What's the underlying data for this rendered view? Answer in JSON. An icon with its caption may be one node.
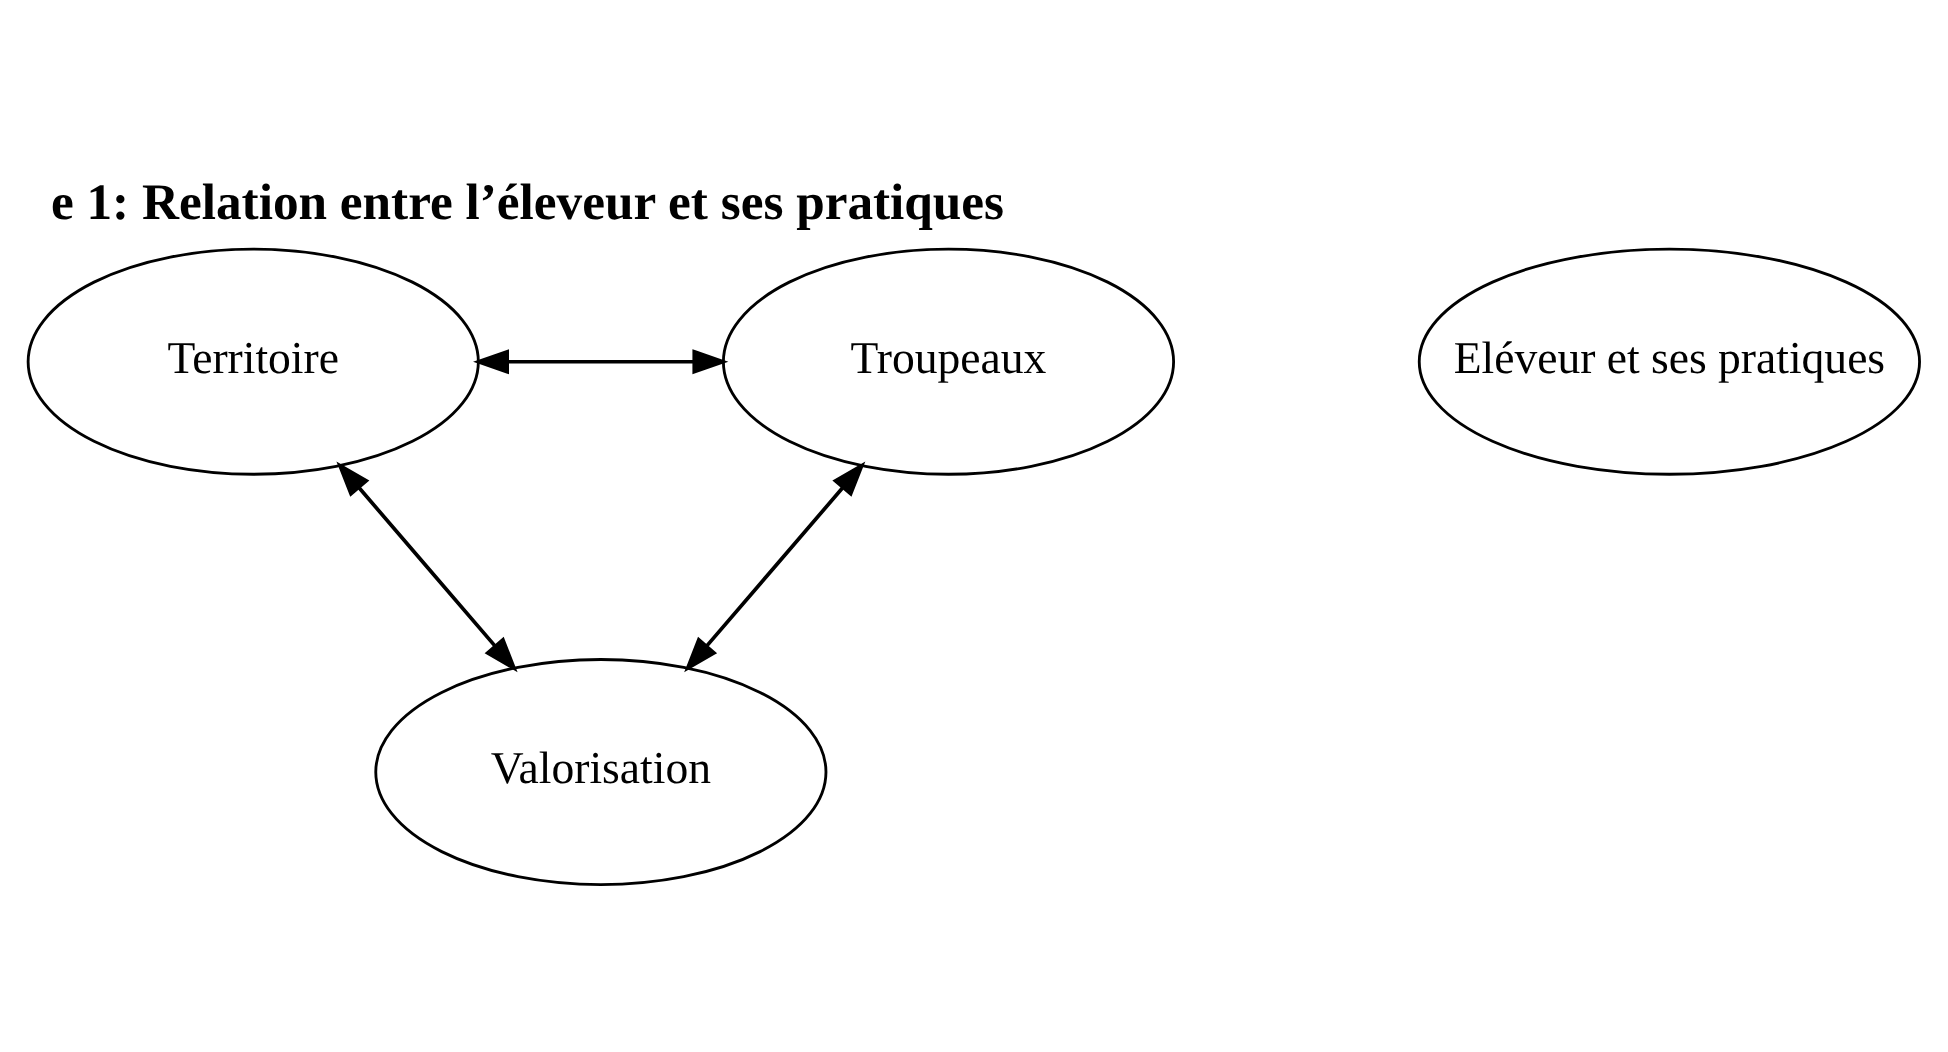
{
  "diagram": {
    "title": "e 1: Relation entre l’éleveur et ses pratiques",
    "nodes": [
      {
        "text": [
          "Territoire"
        ]
      },
      {
        "text": [
          "Troupeaux"
        ]
      },
      {
        "text": [
          "Eléveur et ses pratiques"
        ]
      },
      {
        "text": [
          "Valorisation"
        ]
      }
    ],
    "edges": [
      {
        "from": 0,
        "to": 1,
        "arrow": "both"
      },
      {
        "from": 0,
        "to": 3,
        "arrow": "both"
      },
      {
        "from": 1,
        "to": 3,
        "arrow": "both"
      }
    ]
  }
}
